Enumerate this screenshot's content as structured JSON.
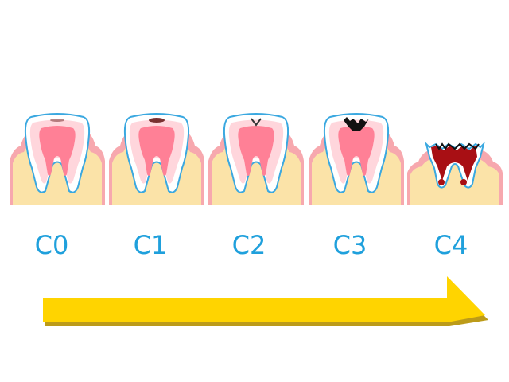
{
  "stages": [
    {
      "label": "C0"
    },
    {
      "label": "C1"
    },
    {
      "label": "C2"
    },
    {
      "label": "C3"
    },
    {
      "label": "C4"
    }
  ],
  "colors": {
    "label": "#1fa0dc",
    "gum": "#f7a8ae",
    "bone": "#fbe3a8",
    "enamel_outline": "#3aa8e0",
    "dentin": "#ffd6dc",
    "pulp": "#ff8096",
    "caries_dark": "#7a3030",
    "caries_black": "#111111",
    "caries_infected": "#a80f14",
    "arrow_fill": "#ffd400",
    "arrow_shadow": "#b59000"
  },
  "arrow": {
    "direction": "right",
    "icon": "progression-arrow-icon"
  }
}
